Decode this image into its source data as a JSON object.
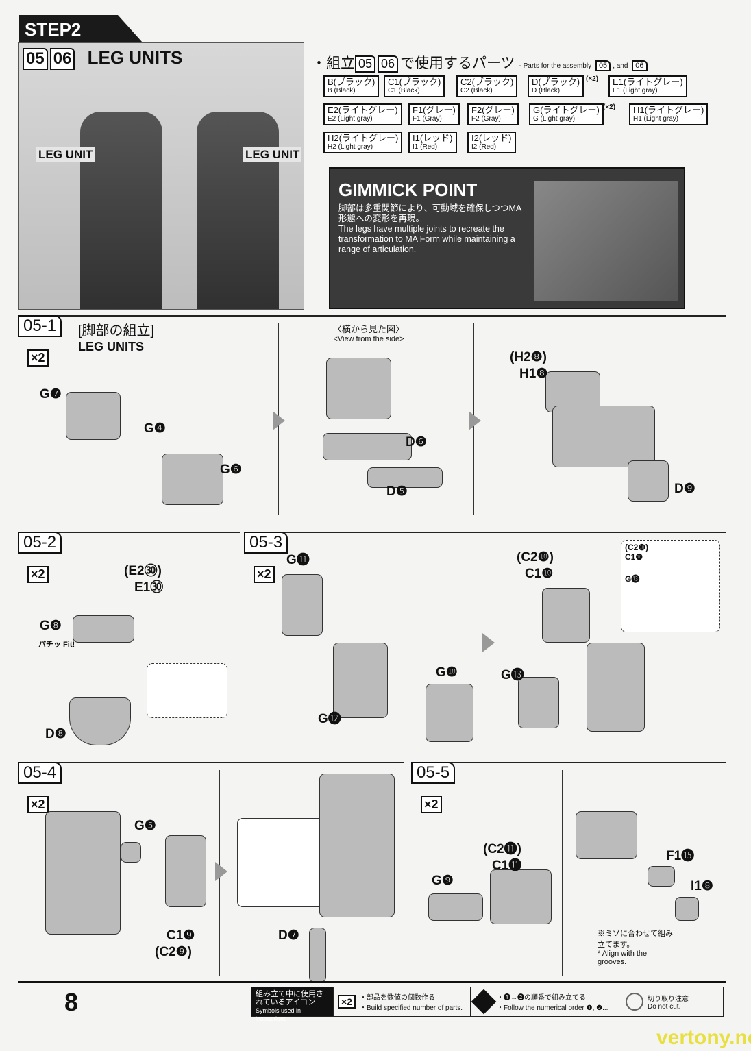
{
  "step": "STEP2",
  "header": {
    "nums": [
      "05",
      "06"
    ],
    "title": "LEG UNITS",
    "leg_label": "LEG UNIT"
  },
  "parts": {
    "title_jp": "・組立",
    "title_jp2": "で使用するパーツ",
    "title_en": "- Parts for the assembly",
    "and": ", and",
    "nums": [
      "05",
      "06"
    ],
    "items": [
      {
        "jp": "B(ブラック)",
        "en": "B (Black)"
      },
      {
        "jp": "C1(ブラック)",
        "en": "C1 (Black)"
      },
      {
        "jp": "C2(ブラック)",
        "en": "C2 (Black)"
      },
      {
        "jp": "D(ブラック)",
        "en": "D (Black)",
        "x": "(×2)"
      },
      {
        "jp": "E1(ライトグレー)",
        "en": "E1 (Light gray)"
      },
      {
        "jp": "E2(ライトグレー)",
        "en": "E2 (Light gray)"
      },
      {
        "jp": "F1(グレー)",
        "en": "F1 (Gray)"
      },
      {
        "jp": "F2(グレー)",
        "en": "F2 (Gray)"
      },
      {
        "jp": "G(ライトグレー)",
        "en": "G (Light gray)",
        "x": "(×2)"
      },
      {
        "jp": "H1(ライトグレー)",
        "en": "H1 (Light gray)"
      },
      {
        "jp": "H2(ライトグレー)",
        "en": "H2 (Light gray)"
      },
      {
        "jp": "I1(レッド)",
        "en": "I1 (Red)"
      },
      {
        "jp": "I2(レッド)",
        "en": "I2 (Red)"
      }
    ]
  },
  "gimmick": {
    "title": "GIMMICK POINT",
    "jp": "脚部は多重関節により、可動域を確保しつつMA形態への変形を再現。",
    "en": "The legs have multiple joints to recreate the transformation to MA Form while maintaining a range of articulation."
  },
  "s1": {
    "tag": "05-1",
    "jp": "[脚部の組立]",
    "en": "LEG UNITS",
    "view_jp": "〈横から見た図〉",
    "view_en": "<View from the side>",
    "labels": [
      "G❼",
      "G❹",
      "G❻",
      "D❻",
      "D❺",
      "(H2❽)",
      "H1❽",
      "D❾"
    ]
  },
  "s2": {
    "tag": "05-2",
    "labels": [
      "(E2㉚)",
      "E1㉚",
      "G❽",
      "D❽"
    ],
    "fit": "パチッ Fit!"
  },
  "s3": {
    "tag": "05-3",
    "labels": [
      "G⓫",
      "G❿",
      "G⓬",
      "(C2❿)",
      "C1❿",
      "G⓭"
    ],
    "inset": [
      "(C2❿)",
      "C1❿",
      "G⓭"
    ]
  },
  "s4": {
    "tag": "05-4",
    "labels": [
      "G❺",
      "C1❾",
      "(C2❾)",
      "D❼"
    ]
  },
  "s5": {
    "tag": "05-5",
    "labels": [
      "(C2⓫)",
      "C1⓫",
      "G❾",
      "F1⓯",
      "I1❽"
    ],
    "note_jp": "※ミゾに合わせて組み立てます。",
    "note_en": "* Align with the grooves."
  },
  "x2": "×2",
  "footer": {
    "page": "8",
    "icons_jp": "組み立て中に使用されているアイコン",
    "icons_en": "Symbols used in instructions",
    "x2_jp": "・部品を数値の個数作る",
    "x2_en": "・Build specified number of parts.",
    "order_jp": "・❶→❷の順番で組み立てる",
    "order_en": "・Follow the numerical order ❶, ❷...",
    "cut_jp": "切り取り注意",
    "cut_en": "Do not cut."
  },
  "watermark": "vertony.net"
}
